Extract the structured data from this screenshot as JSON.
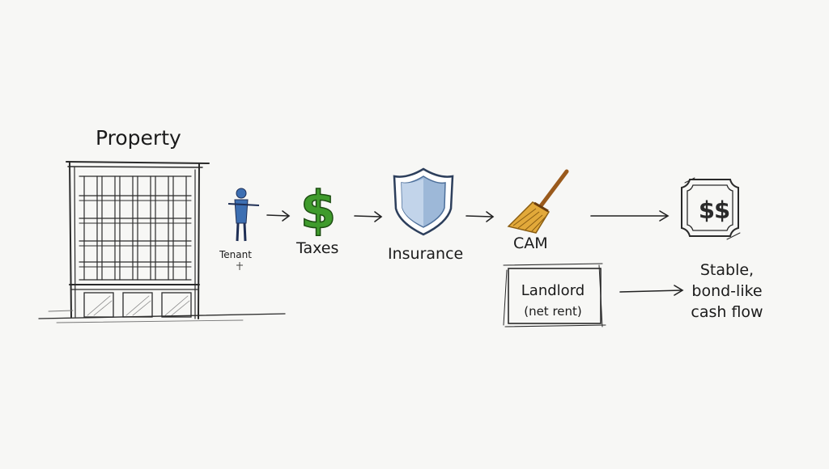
{
  "diagram": {
    "property": {
      "title": "Property"
    },
    "flow": [
      {
        "label": "Tenant",
        "icon": "person-icon"
      },
      {
        "label": "Taxes",
        "icon": "dollar-sign-icon",
        "color": "#3f9b2c"
      },
      {
        "label": "Insurance",
        "icon": "shield-icon",
        "color": "#6f93bf"
      },
      {
        "label": "CAM",
        "icon": "broom-icon",
        "color": "#d99a2b"
      }
    ],
    "landlord": {
      "label": "Landlord",
      "sublabel": "(net rent)"
    },
    "cash_symbol": "$$",
    "outcome": "Stable, bond-like cash flow"
  }
}
